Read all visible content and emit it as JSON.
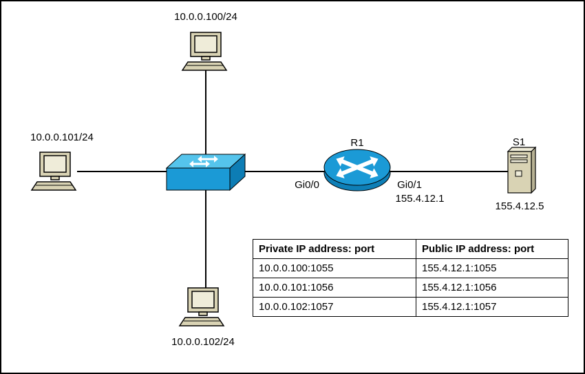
{
  "diagram": {
    "pcs": [
      {
        "id": "pc-top",
        "label": "10.0.0.100/24"
      },
      {
        "id": "pc-left",
        "label": "10.0.0.101/24"
      },
      {
        "id": "pc-bottom",
        "label": "10.0.0.102/24"
      }
    ],
    "router": {
      "name": "R1",
      "if_left": "Gi0/0",
      "if_right": "Gi0/1",
      "if_right_ip": "155.4.12.1"
    },
    "server": {
      "name": "S1",
      "ip": "155.4.12.5"
    },
    "colors": {
      "device_blue": "#1b9ad6",
      "device_blue_dark": "#0e7fb7",
      "device_blue_light": "#55c4ec",
      "beige": "#d9d3b4",
      "beige_dark": "#b8b294",
      "line": "#000000"
    }
  },
  "nat_table": {
    "headers": [
      "Private IP address: port",
      "Public IP address: port"
    ],
    "rows": [
      [
        "10.0.0.100:1055",
        "155.4.12.1:1055"
      ],
      [
        "10.0.0.101:1056",
        "155.4.12.1:1056"
      ],
      [
        "10.0.0.102:1057",
        "155.4.12.1:1057"
      ]
    ]
  }
}
